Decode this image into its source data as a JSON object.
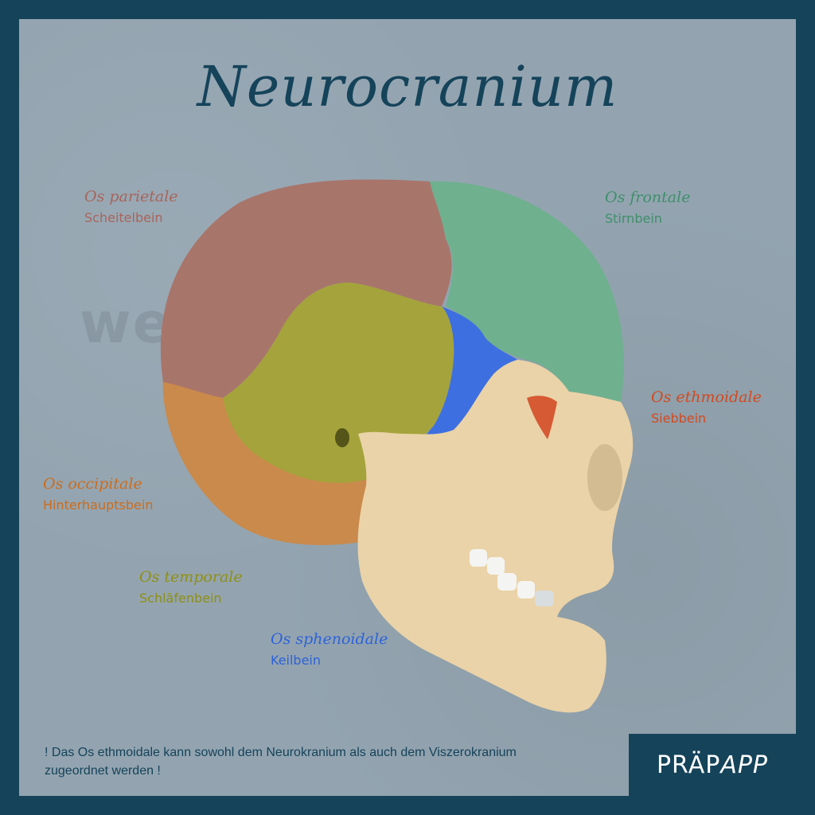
{
  "title": "Neurocranium",
  "watermark": "wemeck.",
  "labels": {
    "parietale": {
      "latin": "Os parietale",
      "german": "Scheitelbein",
      "color": "#a8645a"
    },
    "frontale": {
      "latin": "Os frontale",
      "german": "Stirnbein",
      "color": "#3f8f6b"
    },
    "ethmoidale": {
      "latin": "Os ethmoidale",
      "german": "Siebbein",
      "color": "#d2491f"
    },
    "occipitale": {
      "latin": "Os occipitale",
      "german": "Hinterhauptsbein",
      "color": "#cc6c1c"
    },
    "temporale": {
      "latin": "Os temporale",
      "german": "Schläfenbein",
      "color": "#8f8f12"
    },
    "sphenoidale": {
      "latin": "Os sphenoidale",
      "german": "Keilbein",
      "color": "#2d62d8"
    }
  },
  "note": "! Das Os ethmoidale kann sowohl dem Neurokranium als auch dem Viszerokranium zugeordnet werden !",
  "brand": {
    "part1": "PRÄP",
    "part2": "APP"
  },
  "colors": {
    "frame": "#15435a",
    "background": "#93a4b0",
    "parietal_bone": "#a8756b",
    "frontal_bone": "#6fb08f",
    "temporal_bone": "#a5a33b",
    "occipital_bone": "#c98a4c",
    "sphenoid_bone": "#3d6fe0",
    "ethmoid_bone": "#d65a34",
    "facial_bone": "#ead3a8"
  }
}
